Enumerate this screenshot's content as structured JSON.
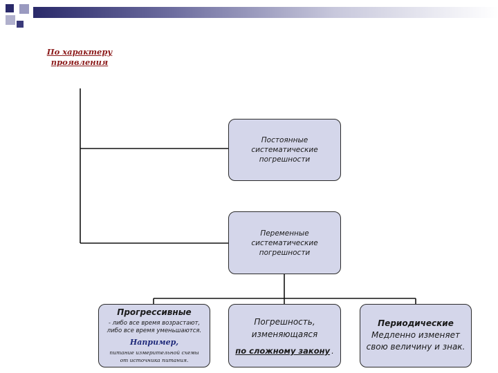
{
  "heading": {
    "line1": "По характеру",
    "line2": "проявления"
  },
  "boxes": {
    "constant": {
      "line1": "Постоянные",
      "line2": "систематические",
      "line3": "погрешности"
    },
    "variable": {
      "line1": "Переменные",
      "line2": "систематические",
      "line3": "погрешности"
    },
    "progressive": {
      "title": "Прогрессивные",
      "desc1": "- либо все время возрастают,",
      "desc2": "либо все время уменьшаются.",
      "example": "Например,",
      "note1": "питание измерительной схемы",
      "note2": "от источника питания."
    },
    "complex_law": {
      "line1": "Погрешность,",
      "line2": "изменяющаяся",
      "law": "по сложному закону",
      "dot": "."
    },
    "periodic": {
      "title": "Периодические",
      "line1": "Медленно изменяет",
      "line2": "свою величину и знак."
    }
  },
  "colors": {
    "box_fill": "#d4d6ea",
    "heading": "#8b1a1a",
    "example": "#1f2a7a"
  }
}
